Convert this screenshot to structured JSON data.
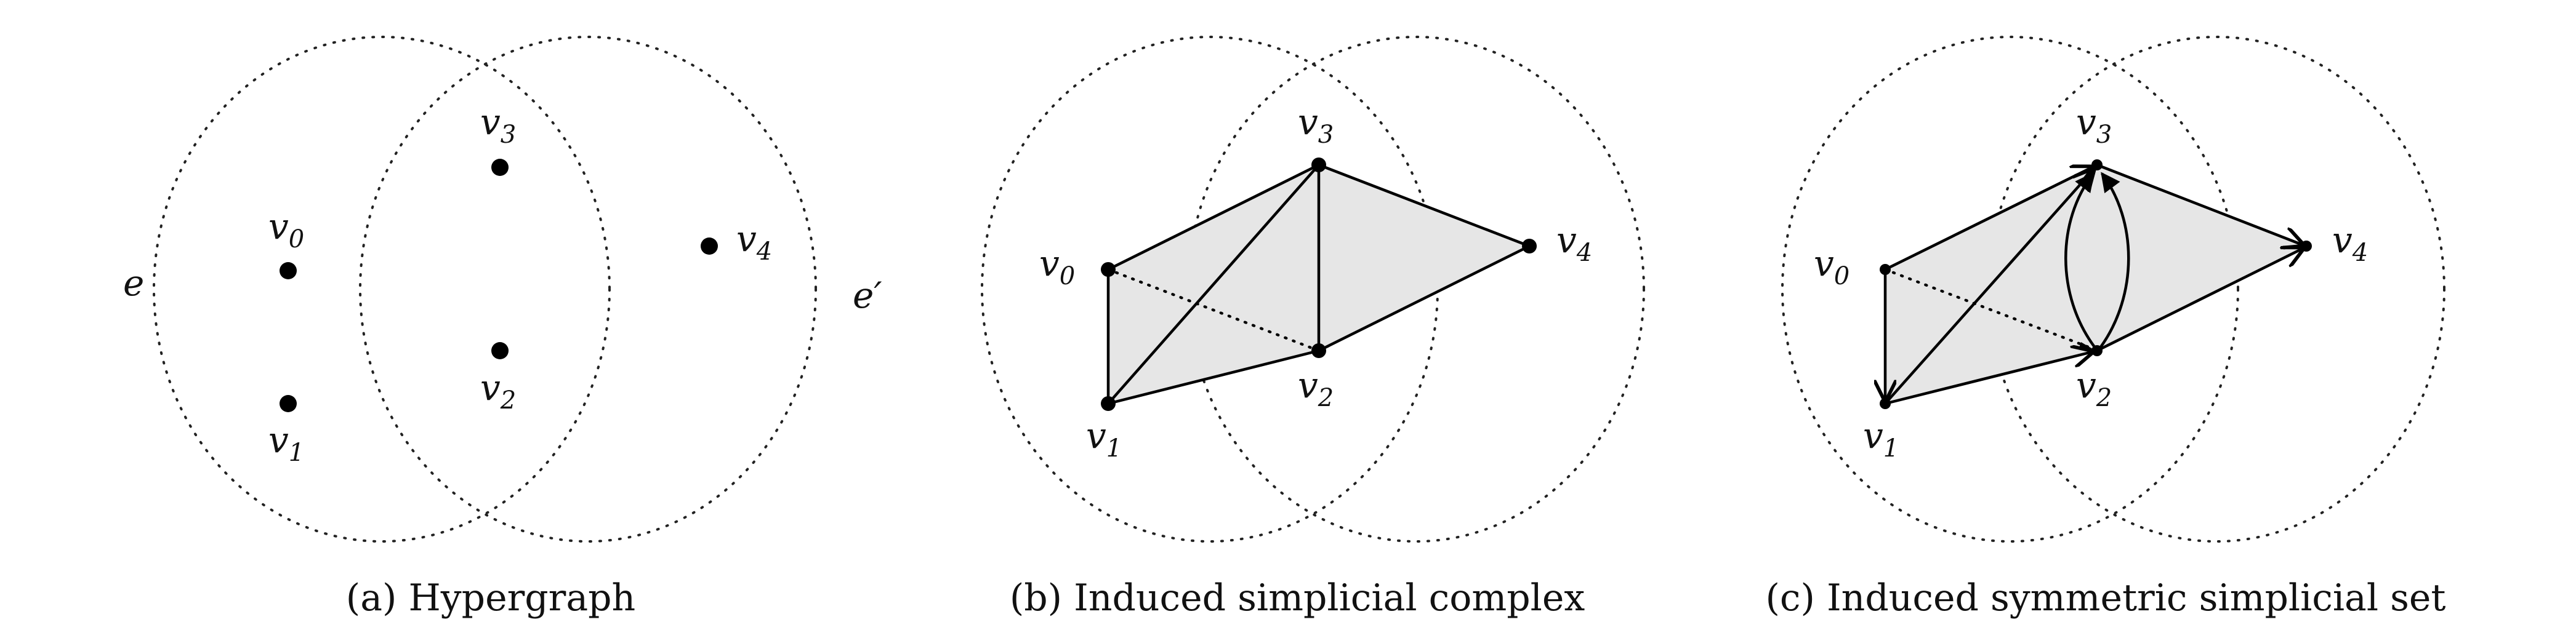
{
  "panels": [
    {
      "id": "a",
      "caption": "(a) Hypergraph",
      "hyperedges": [
        "e",
        "e′"
      ],
      "vertices": [
        {
          "name": "v",
          "sub": "0"
        },
        {
          "name": "v",
          "sub": "1"
        },
        {
          "name": "v",
          "sub": "2"
        },
        {
          "name": "v",
          "sub": "3"
        },
        {
          "name": "v",
          "sub": "4"
        }
      ]
    },
    {
      "id": "b",
      "caption": "(b) Induced simplicial complex",
      "vertices": [
        {
          "name": "v",
          "sub": "0"
        },
        {
          "name": "v",
          "sub": "1"
        },
        {
          "name": "v",
          "sub": "2"
        },
        {
          "name": "v",
          "sub": "3"
        },
        {
          "name": "v",
          "sub": "4"
        }
      ]
    },
    {
      "id": "c",
      "caption": "(c) Induced symmetric simplicial set",
      "vertices": [
        {
          "name": "v",
          "sub": "0"
        },
        {
          "name": "v",
          "sub": "1"
        },
        {
          "name": "v",
          "sub": "2"
        },
        {
          "name": "v",
          "sub": "3"
        },
        {
          "name": "v",
          "sub": "4"
        }
      ]
    }
  ],
  "colors": {
    "stroke": "#000000",
    "face": "#e6e6e6"
  }
}
